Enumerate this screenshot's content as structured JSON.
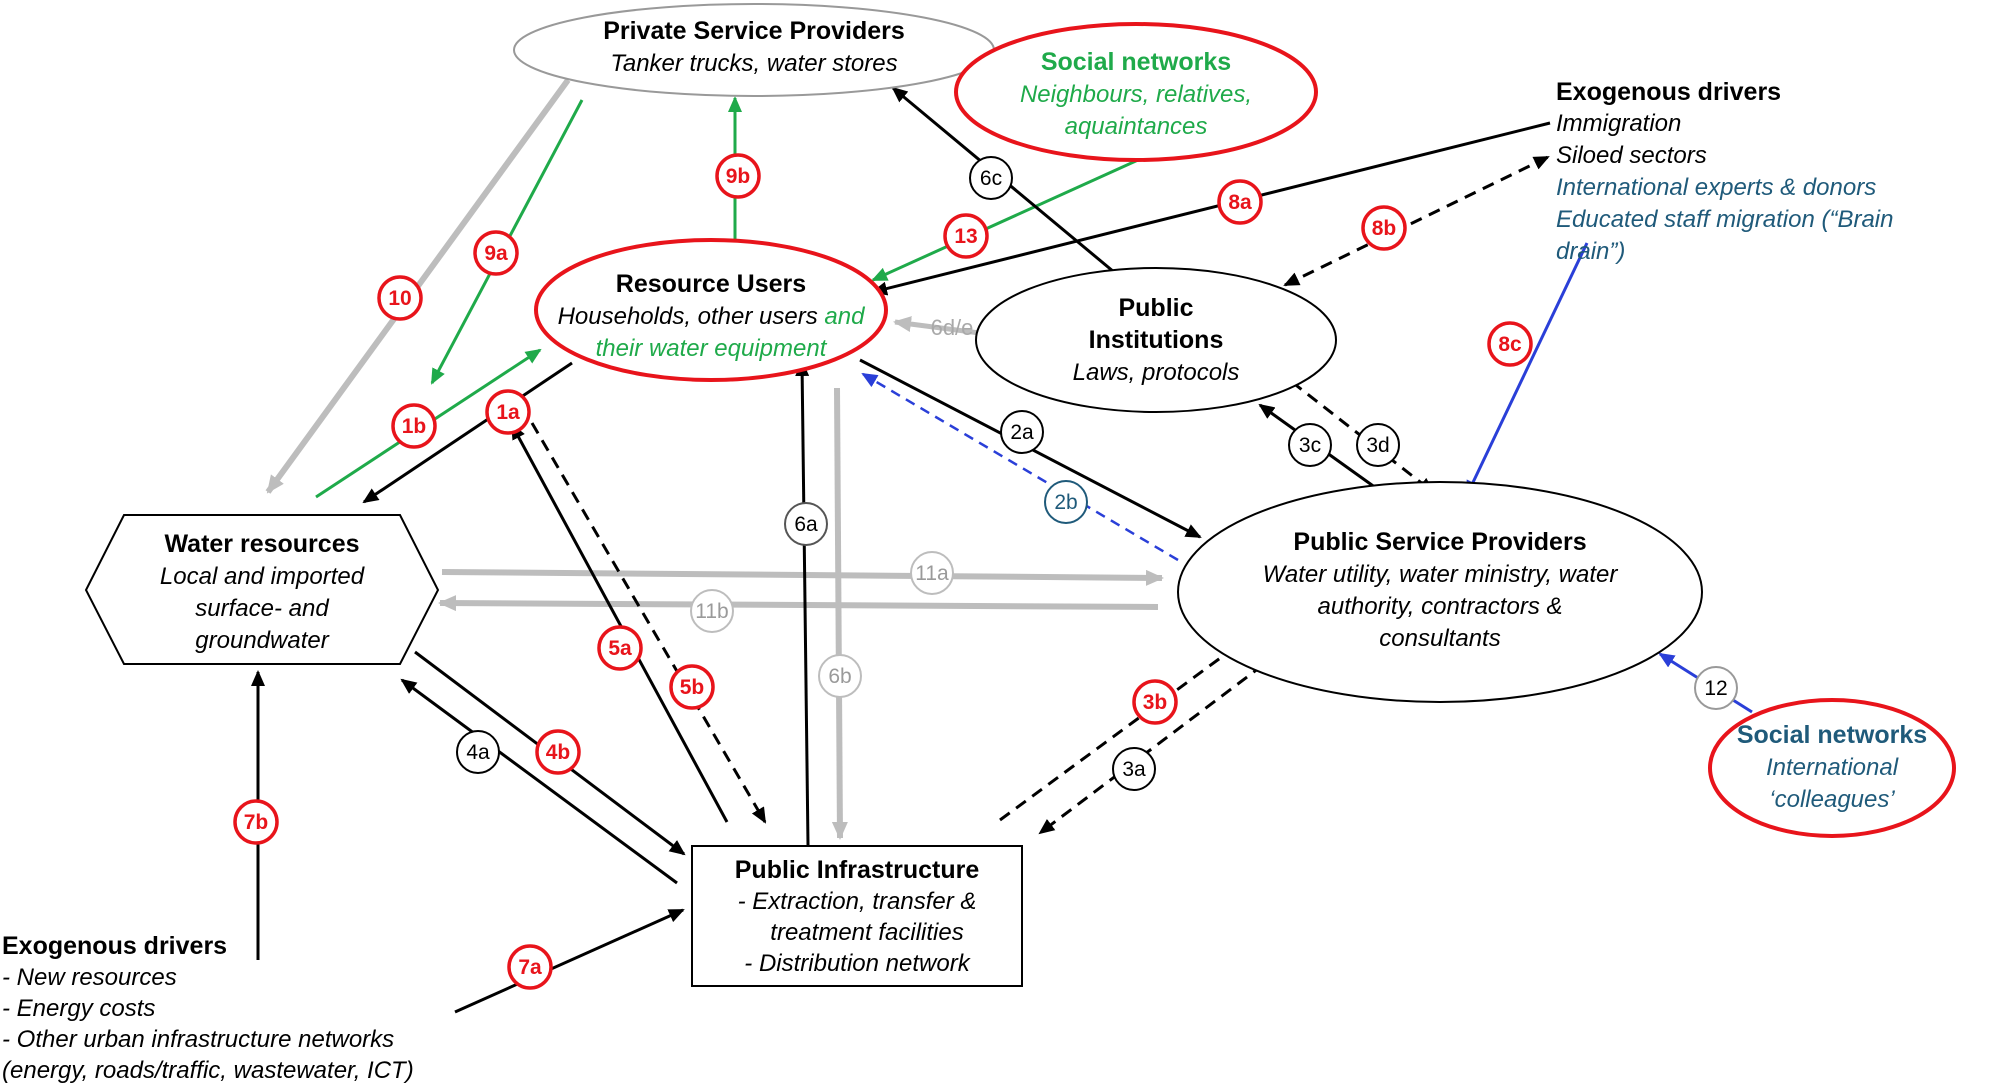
{
  "nodes": {
    "private_providers": {
      "title": "Private Service Providers",
      "subtitle": "Tanker trucks, water stores"
    },
    "social_networks_local": {
      "title": "Social networks",
      "line1": "Neighbours, relatives,",
      "line2": "aquaintances"
    },
    "exogenous_top": {
      "title": "Exogenous drivers",
      "items": [
        "Immigration",
        "Siloed sectors",
        "International experts & donors",
        "Educated staff migration (“Brain",
        "drain”)"
      ]
    },
    "resource_users": {
      "title": "Resource Users",
      "line1_black": "Households, other users ",
      "line1_green": "and",
      "line2_green": "their water equipment"
    },
    "public_institutions": {
      "title_line1": "Public",
      "title_line2": "Institutions",
      "subtitle": "Laws, protocols"
    },
    "water_resources": {
      "title": "Water resources",
      "line1": "Local and imported",
      "line2": "surface- and",
      "line3": "groundwater"
    },
    "public_service_providers": {
      "title": "Public Service Providers",
      "line1": "Water utility, water ministry, water",
      "line2": "authority, contractors &",
      "line3": "consultants"
    },
    "social_networks_intl": {
      "title": "Social networks",
      "line1": "International",
      "line2": "‘colleagues’"
    },
    "public_infrastructure": {
      "title": "Public Infrastructure",
      "items": [
        "-   Extraction, transfer &",
        "treatment facilities",
        "-   Distribution network"
      ]
    },
    "exogenous_bottom": {
      "title": "Exogenous drivers",
      "items": [
        "- New resources",
        "- Energy costs",
        "- Other urban infrastructure networks",
        "(energy, roads/traffic, wastewater, ICT)"
      ]
    }
  },
  "links": {
    "l1a": "1a",
    "l1b": "1b",
    "l2a": "2a",
    "l2b": "2b",
    "l3a": "3a",
    "l3b": "3b",
    "l3c": "3c",
    "l3d": "3d",
    "l4a": "4a",
    "l4b": "4b",
    "l5a": "5a",
    "l5b": "5b",
    "l6a": "6a",
    "l6b": "6b",
    "l6c": "6c",
    "l6de": "6d/e",
    "l7a": "7a",
    "l7b": "7b",
    "l8a": "8a",
    "l8b": "8b",
    "l8c": "8c",
    "l9a": "9a",
    "l9b": "9b",
    "l10": "10",
    "l11a": "11a",
    "l11b": "11b",
    "l12": "12",
    "l13": "13"
  },
  "colors": {
    "red": "#e8141b",
    "green": "#1faa4a",
    "blue": "#2a3fd8",
    "teal": "#1f5a7a",
    "gray": "#bdbdbd",
    "black": "#000000"
  }
}
